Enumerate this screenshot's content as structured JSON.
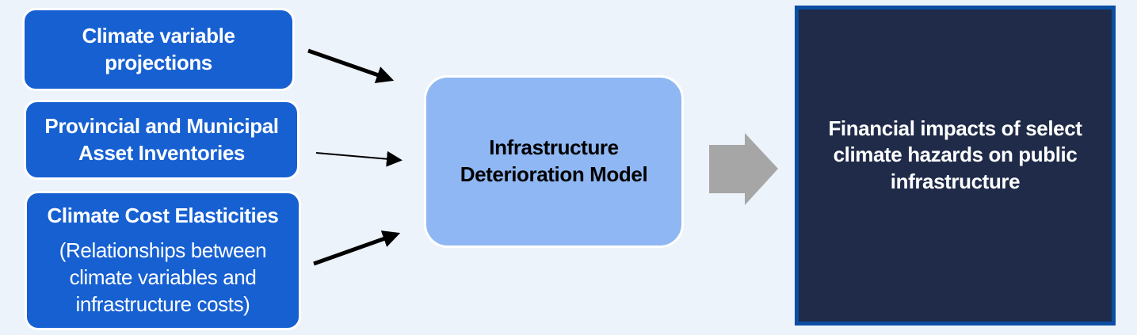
{
  "diagram": {
    "inputs": [
      {
        "label": "Climate variable\nprojections"
      },
      {
        "label": "Provincial and Municipal\nAsset Inventories"
      },
      {
        "label": "Climate Cost Elasticities",
        "sublabel": "(Relationships between\nclimate variables and\ninfrastructure costs)"
      }
    ],
    "model": {
      "label": "Infrastructure\nDeterioration Model"
    },
    "output": {
      "label": "Financial impacts of select\nclimate hazards on public\ninfrastructure"
    },
    "colors": {
      "background": "#EDF3FB",
      "input_box_fill": "#1660D2",
      "input_box_border": "#FFFFFF",
      "input_text": "#FFFFFF",
      "model_box_fill": "#8FB7F3",
      "model_box_border": "#FFFFFF",
      "model_text": "#000000",
      "output_box_fill": "#1F2B48",
      "output_box_border": "#0B4EA2",
      "output_text": "#FFFFFF",
      "connector": "#000000",
      "block_arrow": "#A6A6A6"
    }
  }
}
